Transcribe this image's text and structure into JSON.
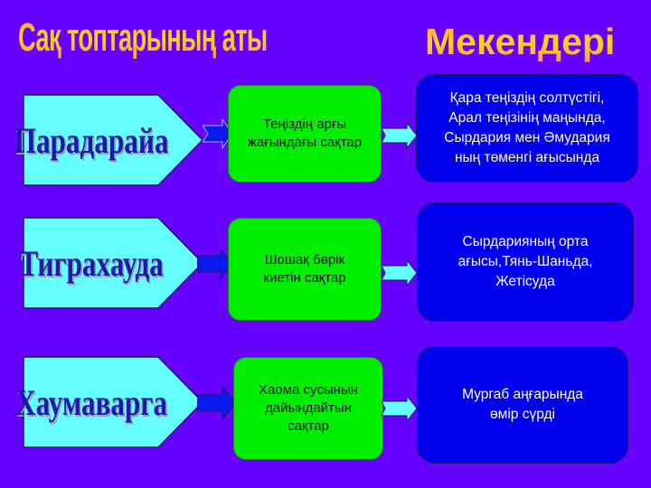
{
  "header": {
    "left_title": "Сақ топтарының аты",
    "right_title": "Мекендері"
  },
  "colors": {
    "background": "#6600ff",
    "pentagon_fill": "#66ffff",
    "pentagon_text": "#1a1aa8",
    "green_box": "#00ee00",
    "blue_box": "#0000ee",
    "arrow_dark": "#0a1aee",
    "arrow_light": "#66ffff",
    "title_gradient": [
      "#ff9e3a",
      "#ffd21a"
    ]
  },
  "rows": [
    {
      "group_name": "Парадарайа",
      "description": "Теңіздің арғы\nжағындағы сақтар",
      "location": "Қара теңіздің солтүстігі,\nАрал теңізінің маңында,\nСырдария мен Әмудария\nның төменгі ағысында"
    },
    {
      "group_name": "Тиграхауда",
      "description": "Шошақ бөрік\nкиетін сақтар",
      "location": "Сырдарияның орта\nағысы,Тянь-Шаньда,\nЖетісуда"
    },
    {
      "group_name": "Хаумаварга",
      "description": "Хаома сусынын\nдайындайтын\nсақтар",
      "location": "Мургаб аңғарында\nөмір сүрді"
    }
  ]
}
